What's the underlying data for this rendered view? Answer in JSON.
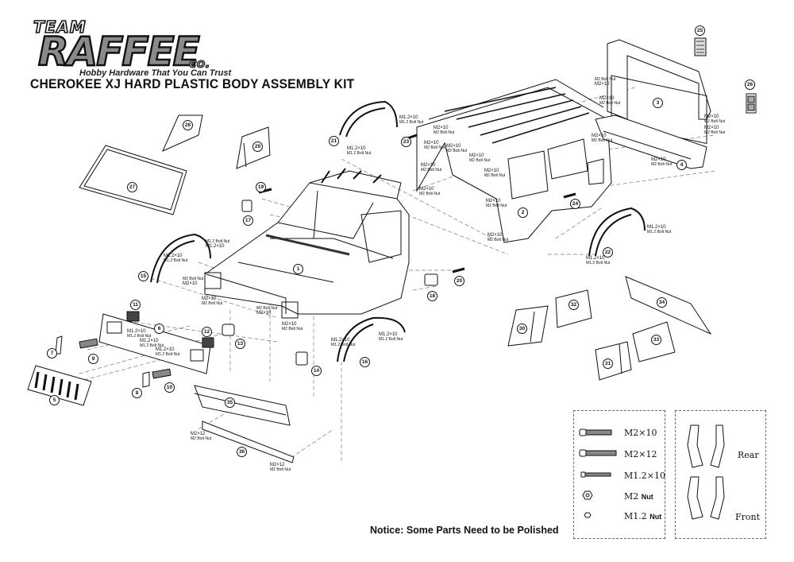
{
  "header": {
    "logo_team": "TEAM",
    "logo_name": "RAFFEE",
    "logo_co": "co.",
    "logo_tagline": "Hobby Hardware That You Can Trust",
    "title": "CHEROKEE XJ HARD PLASTIC BODY ASSEMBLY KIT"
  },
  "notice": "Notice: Some Parts Need to be Polished",
  "callouts": [
    "1",
    "2",
    "3",
    "4",
    "5",
    "6",
    "7",
    "8",
    "9",
    "10",
    "11",
    "12",
    "13",
    "14",
    "15",
    "16",
    "17",
    "18",
    "19",
    "20",
    "21",
    "22",
    "23",
    "24",
    "25",
    "26",
    "27",
    "28",
    "29",
    "30",
    "31",
    "32",
    "33",
    "34",
    "35",
    "36"
  ],
  "fastener_labels": {
    "m2x10": "M2×10",
    "m2x12": "M2×12",
    "m12x10": "M1.2×10",
    "m2_bolt_nut": "M2 Bolt Nut",
    "m12_bolt_nut": "M1.2 Bolt Nut"
  },
  "hardware_legend": {
    "items": [
      {
        "size": "M2×10",
        "type": "screw"
      },
      {
        "size": "M2×12",
        "type": "screw"
      },
      {
        "size": "M1.2×10",
        "type": "screw"
      },
      {
        "size": "M2",
        "suffix": "Nut",
        "type": "nut"
      },
      {
        "size": "M1.2",
        "suffix": "Nut",
        "type": "nut"
      }
    ]
  },
  "mount_legend": {
    "rear_label": "Rear",
    "front_label": "Front"
  }
}
